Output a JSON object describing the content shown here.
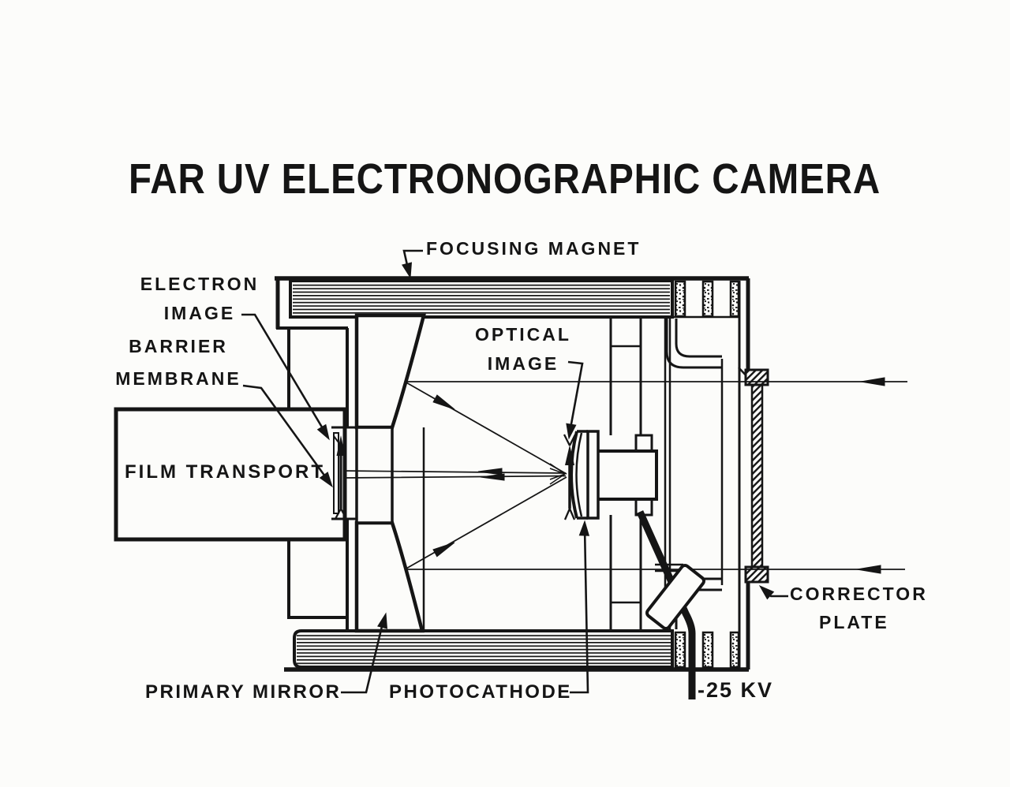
{
  "title": "FAR UV ELECTRONOGRAPHIC CAMERA",
  "colors": {
    "ink": "#151515",
    "paper": "#fcfcfa"
  },
  "labels": {
    "focusing_magnet": "FOCUSING MAGNET",
    "electron_image_l1": "ELECTRON",
    "electron_image_l2": "IMAGE",
    "barrier_membrane_l1": "BARRIER",
    "barrier_membrane_l2": "MEMBRANE",
    "film_transport": "FILM TRANSPORT",
    "optical_image_l1": "OPTICAL",
    "optical_image_l2": "IMAGE",
    "primary_mirror": "PRIMARY MIRROR",
    "photocathode": "PHOTOCATHODE",
    "corrector_plate_l1": "CORRECTOR",
    "corrector_plate_l2": "PLATE",
    "high_voltage": "-25 KV"
  },
  "icons": {
    "leader_arrows": "filled-arrowhead-icon",
    "light_rays": "ray-arrow-icon"
  }
}
